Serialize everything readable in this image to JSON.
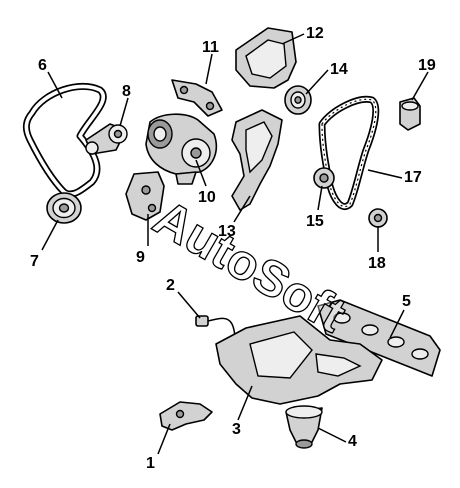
{
  "watermark": "AutoSoft",
  "callouts": [
    "1",
    "2",
    "3",
    "4",
    "5",
    "6",
    "7",
    "8",
    "9",
    "10",
    "11",
    "12",
    "13",
    "14",
    "15",
    "17",
    "18",
    "19"
  ],
  "colors": {
    "line": "#000000",
    "part_fill": "#d2d2d2",
    "background": "#ffffff"
  }
}
